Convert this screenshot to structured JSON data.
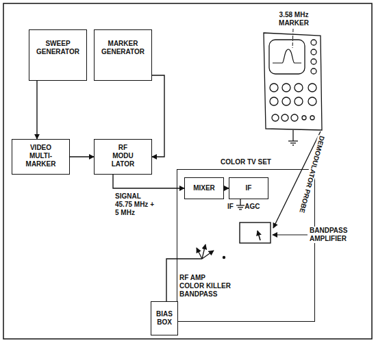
{
  "diagram": {
    "nodes": [
      {
        "text": [
          "SWEEP GENERATOR"
        ]
      },
      {
        "text": [
          "MARKER GENERATOR"
        ]
      },
      {
        "text": [
          "VIDEO MULTI- MARKER"
        ]
      },
      {
        "text": [
          "RF MODU LATOR"
        ]
      },
      {
        "text": [
          "COLOR TV SET"
        ]
      },
      {
        "text": [
          "MIXER"
        ],
        "in": 4
      },
      {
        "text": [
          "IF"
        ],
        "in": 4
      },
      {
        "text": [
          "BIAS BOX"
        ]
      }
    ],
    "edges": [
      {
        "from": 0,
        "to": 2,
        "arrow": "to"
      },
      {
        "from": 2,
        "to": 3,
        "arrow": "to"
      },
      {
        "from": 1,
        "to": 3,
        "arrow": "to"
      },
      {
        "from": 3,
        "to": 5,
        "label": "SIGNAL 45.75 MHz + 5 MHz",
        "arrow": "to"
      },
      {
        "from": 5,
        "to": 6,
        "arrow": "to"
      },
      {
        "from": 7,
        "to": 4,
        "arrow": "none"
      }
    ],
    "labels": [
      "3.58 MHz MARKER",
      "DEMODULATOR PROBE",
      "BANDPASS AMPLIFIER",
      "IF AGC",
      "RF AMP COLOR KILLER BANDPASS"
    ]
  }
}
